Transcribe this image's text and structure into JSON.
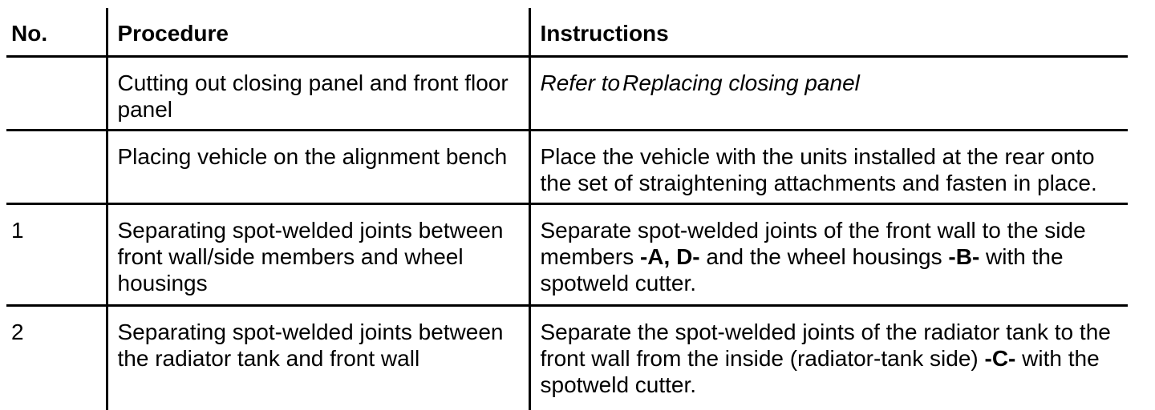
{
  "colors": {
    "text": "#000000",
    "background": "#ffffff",
    "rules": "#000000"
  },
  "table": {
    "columns": [
      {
        "label": "No."
      },
      {
        "label": "Procedure"
      },
      {
        "label": "Instructions"
      }
    ],
    "rows": [
      {
        "no": "",
        "procedure": [
          {
            "text": "Cutting out closing panel and front floor panel"
          }
        ],
        "instructions": [
          {
            "text": "Refer to",
            "italic": true
          },
          {
            "text": "Replacing closing panel",
            "italic": true
          }
        ]
      },
      {
        "no": "",
        "procedure": [
          {
            "text": "Placing vehicle on the alignment bench"
          }
        ],
        "instructions": [
          {
            "text": "Place the vehicle with the units installed at the rear onto the set of straightening attachments and fasten in place."
          }
        ]
      },
      {
        "no": "1",
        "procedure": [
          {
            "text": "Separating spot-welded joints between front wall/side members and wheel housings"
          }
        ],
        "instructions": [
          {
            "text": "Separate spot-welded joints of the front wall to the side members "
          },
          {
            "text": "-A, D-",
            "bold": true
          },
          {
            "text": " and the wheel housings "
          },
          {
            "text": "-B-",
            "bold": true
          },
          {
            "text": " with the spotweld cutter."
          }
        ]
      },
      {
        "no": "2",
        "procedure": [
          {
            "text": "Separating spot-welded joints between the radiator tank and front wall"
          }
        ],
        "instructions": [
          {
            "text": "Separate the spot-welded joints of the radiator tank to the front wall from the inside (radiator-tank side) "
          },
          {
            "text": "-C-",
            "bold": true
          },
          {
            "text": " with the spotweld cutter."
          }
        ]
      }
    ]
  }
}
